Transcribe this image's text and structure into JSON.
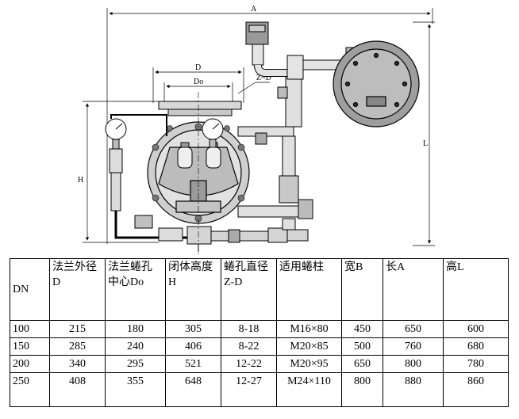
{
  "drawing": {
    "dimension_labels": {
      "a": "A",
      "d": "D",
      "do": "Do",
      "zd": "Z~D",
      "h": "H",
      "l": "L"
    }
  },
  "table": {
    "headers": [
      "DN",
      "法兰外径D",
      "法兰蜷孔中心Do",
      "闭体高度H",
      "蜷孔直径Z-D",
      "适用蜷柱",
      "宽B",
      "长A",
      "高L"
    ],
    "rows": [
      [
        "100",
        "215",
        "180",
        "305",
        "8-18",
        "M16×80",
        "450",
        "650",
        "600"
      ],
      [
        "150",
        "285",
        "240",
        "406",
        "8-22",
        "M20×85",
        "500",
        "760",
        "680"
      ],
      [
        "200",
        "340",
        "295",
        "521",
        "12-22",
        "M20×95",
        "650",
        "800",
        "780"
      ],
      [
        "250",
        "408",
        "355",
        "648",
        "12-27",
        "M24×110",
        "800",
        "880",
        "860"
      ]
    ]
  }
}
